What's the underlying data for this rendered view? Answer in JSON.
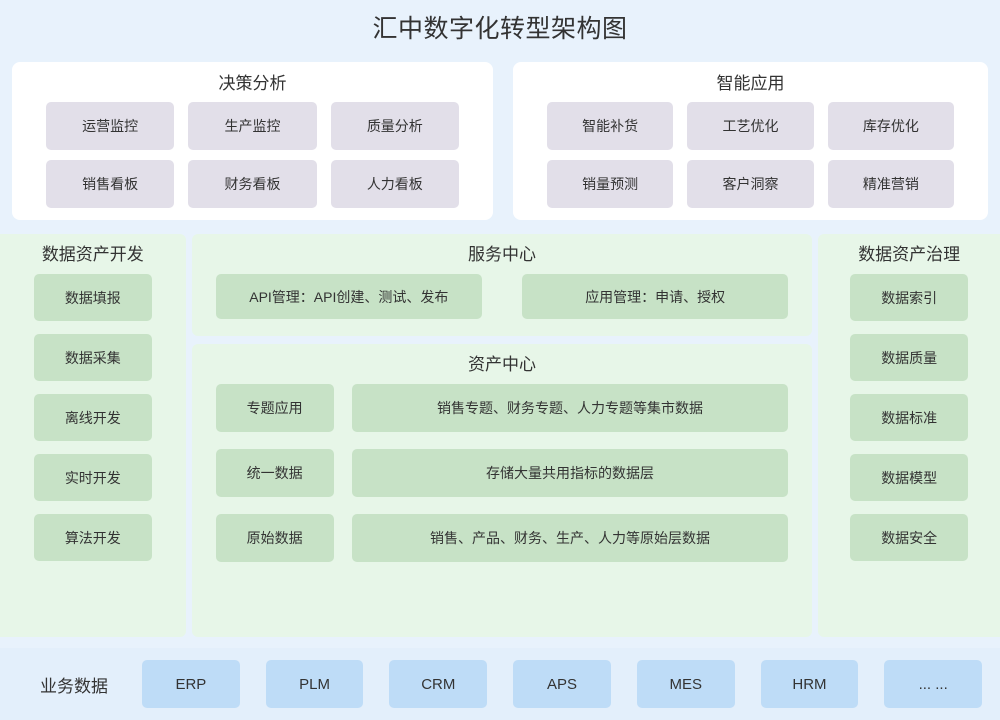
{
  "page": {
    "title": "汇中数字化转型架构图",
    "background_color": "#e8f2fc"
  },
  "colors": {
    "canvas": "#e8f2fc",
    "white_panel": "#ffffff",
    "lavender_card": "#e2dfe9",
    "green_panel": "#e7f6e8",
    "green_card": "#c7e2c6",
    "blue_panel": "#e3effb",
    "blue_card": "#bedcf7",
    "text": "#333333"
  },
  "top_layer": {
    "panels": [
      {
        "title": "决策分析",
        "cards": [
          "运营监控",
          "生产监控",
          "质量分析",
          "销售看板",
          "财务看板",
          "人力看板"
        ]
      },
      {
        "title": "智能应用",
        "cards": [
          "智能补货",
          "工艺优化",
          "库存优化",
          "销量预测",
          "客户洞察",
          "精准营销"
        ]
      }
    ]
  },
  "middle_layer": {
    "left_column": {
      "title": "数据资产开发",
      "cards": [
        "数据填报",
        "数据采集",
        "离线开发",
        "实时开发",
        "算法开发"
      ]
    },
    "service_center": {
      "title": "服务中心",
      "cards": [
        "API管理：API创建、测试、发布",
        "应用管理：申请、授权"
      ]
    },
    "asset_center": {
      "title": "资产中心",
      "rows": [
        {
          "label": "专题应用",
          "description": "销售专题、财务专题、人力专题等集市数据"
        },
        {
          "label": "统一数据",
          "description": "存储大量共用指标的数据层"
        },
        {
          "label": "原始数据",
          "description": "销售、产品、财务、生产、人力等原始层数据"
        }
      ]
    },
    "right_column": {
      "title": "数据资产治理",
      "cards": [
        "数据索引",
        "数据质量",
        "数据标准",
        "数据模型",
        "数据安全"
      ]
    }
  },
  "bottom_layer": {
    "label": "业务数据",
    "systems": [
      "ERP",
      "PLM",
      "CRM",
      "APS",
      "MES",
      "HRM",
      "... ..."
    ]
  }
}
